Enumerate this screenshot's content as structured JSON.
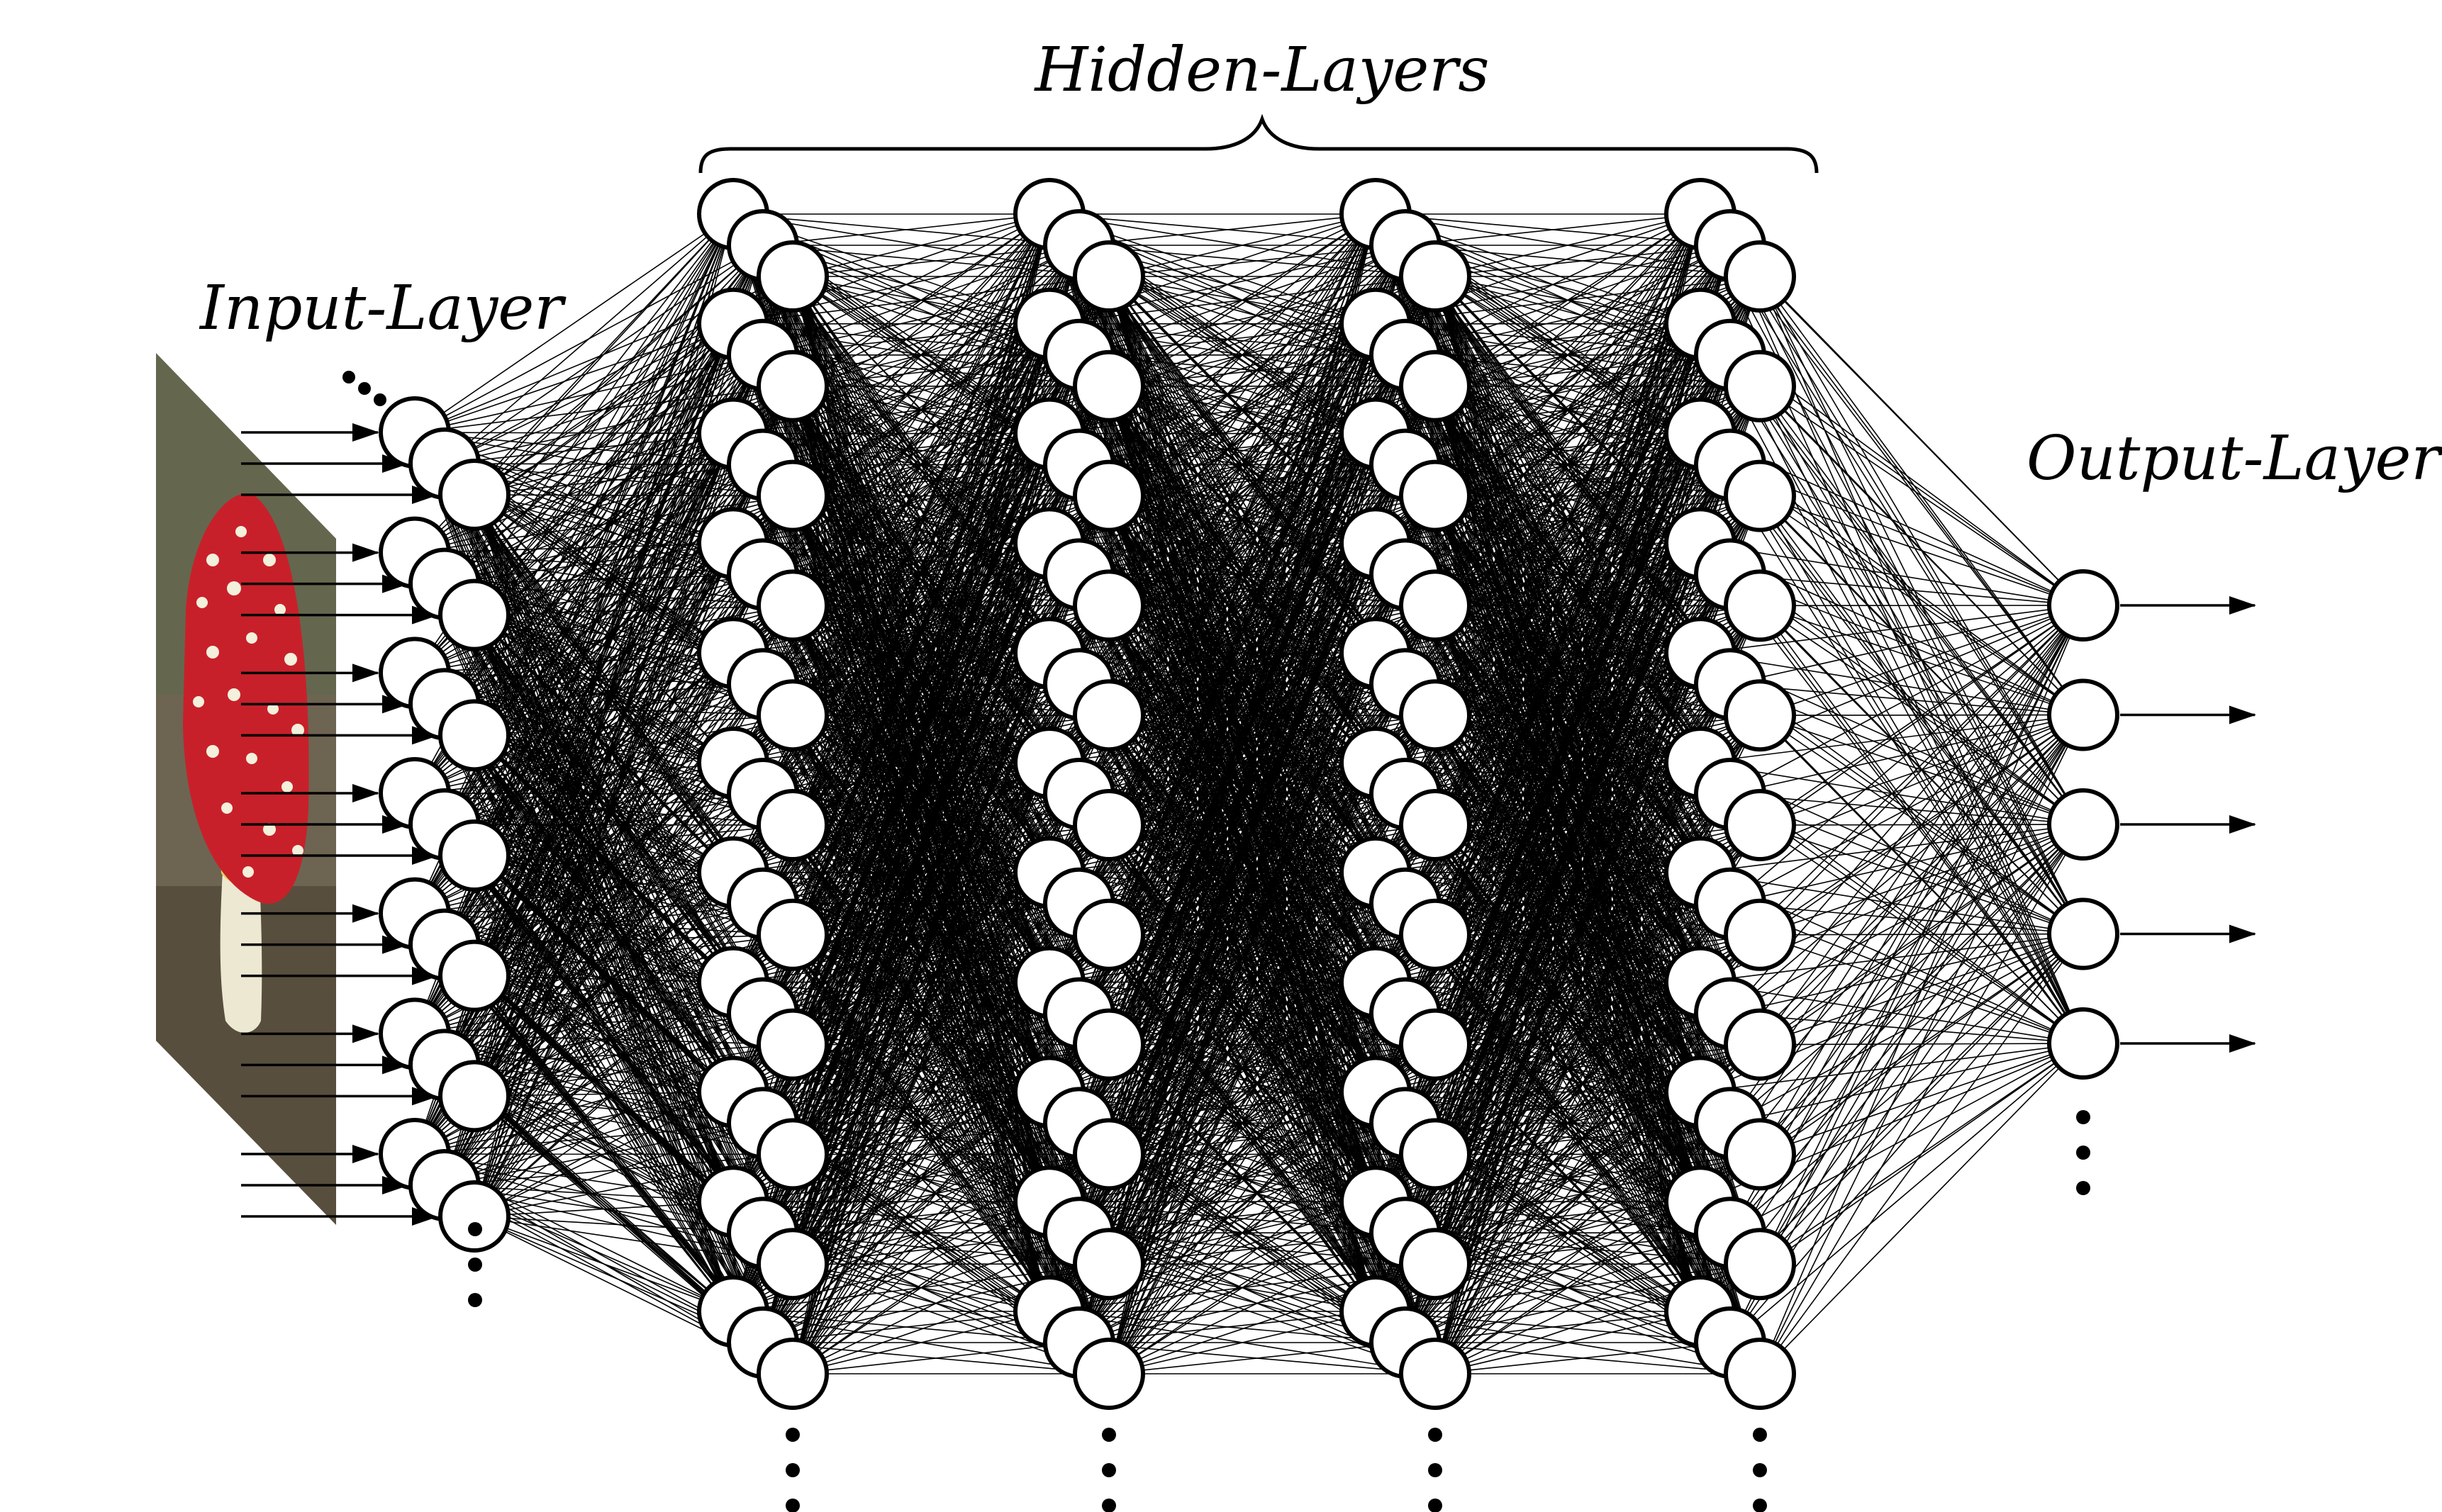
{
  "diagram": {
    "labels": {
      "hidden": "Hidden-Layers",
      "input": "Input-Layer",
      "output": "Output-Layer"
    },
    "input_image": {
      "icon": "toadstool-mushroom-photo",
      "colors": {
        "cap": "#c8202a",
        "spots": "#f3f0dc",
        "stem": "#ece8d2",
        "ground": "#6e6452"
      }
    },
    "layers": [
      {
        "name": "input",
        "type": "input",
        "nodes_per_column": 7,
        "depth": 3
      },
      {
        "name": "hidden-1",
        "type": "hidden",
        "nodes_per_column": 11,
        "depth": 3
      },
      {
        "name": "hidden-2",
        "type": "hidden",
        "nodes_per_column": 11,
        "depth": 3
      },
      {
        "name": "hidden-3",
        "type": "hidden",
        "nodes_per_column": 11,
        "depth": 3
      },
      {
        "name": "hidden-4",
        "type": "hidden",
        "nodes_per_column": 11,
        "depth": 3
      },
      {
        "name": "output",
        "type": "output",
        "nodes_per_column": 5,
        "depth": 1
      }
    ],
    "continuation_marker": "vertical-ellipsis"
  }
}
